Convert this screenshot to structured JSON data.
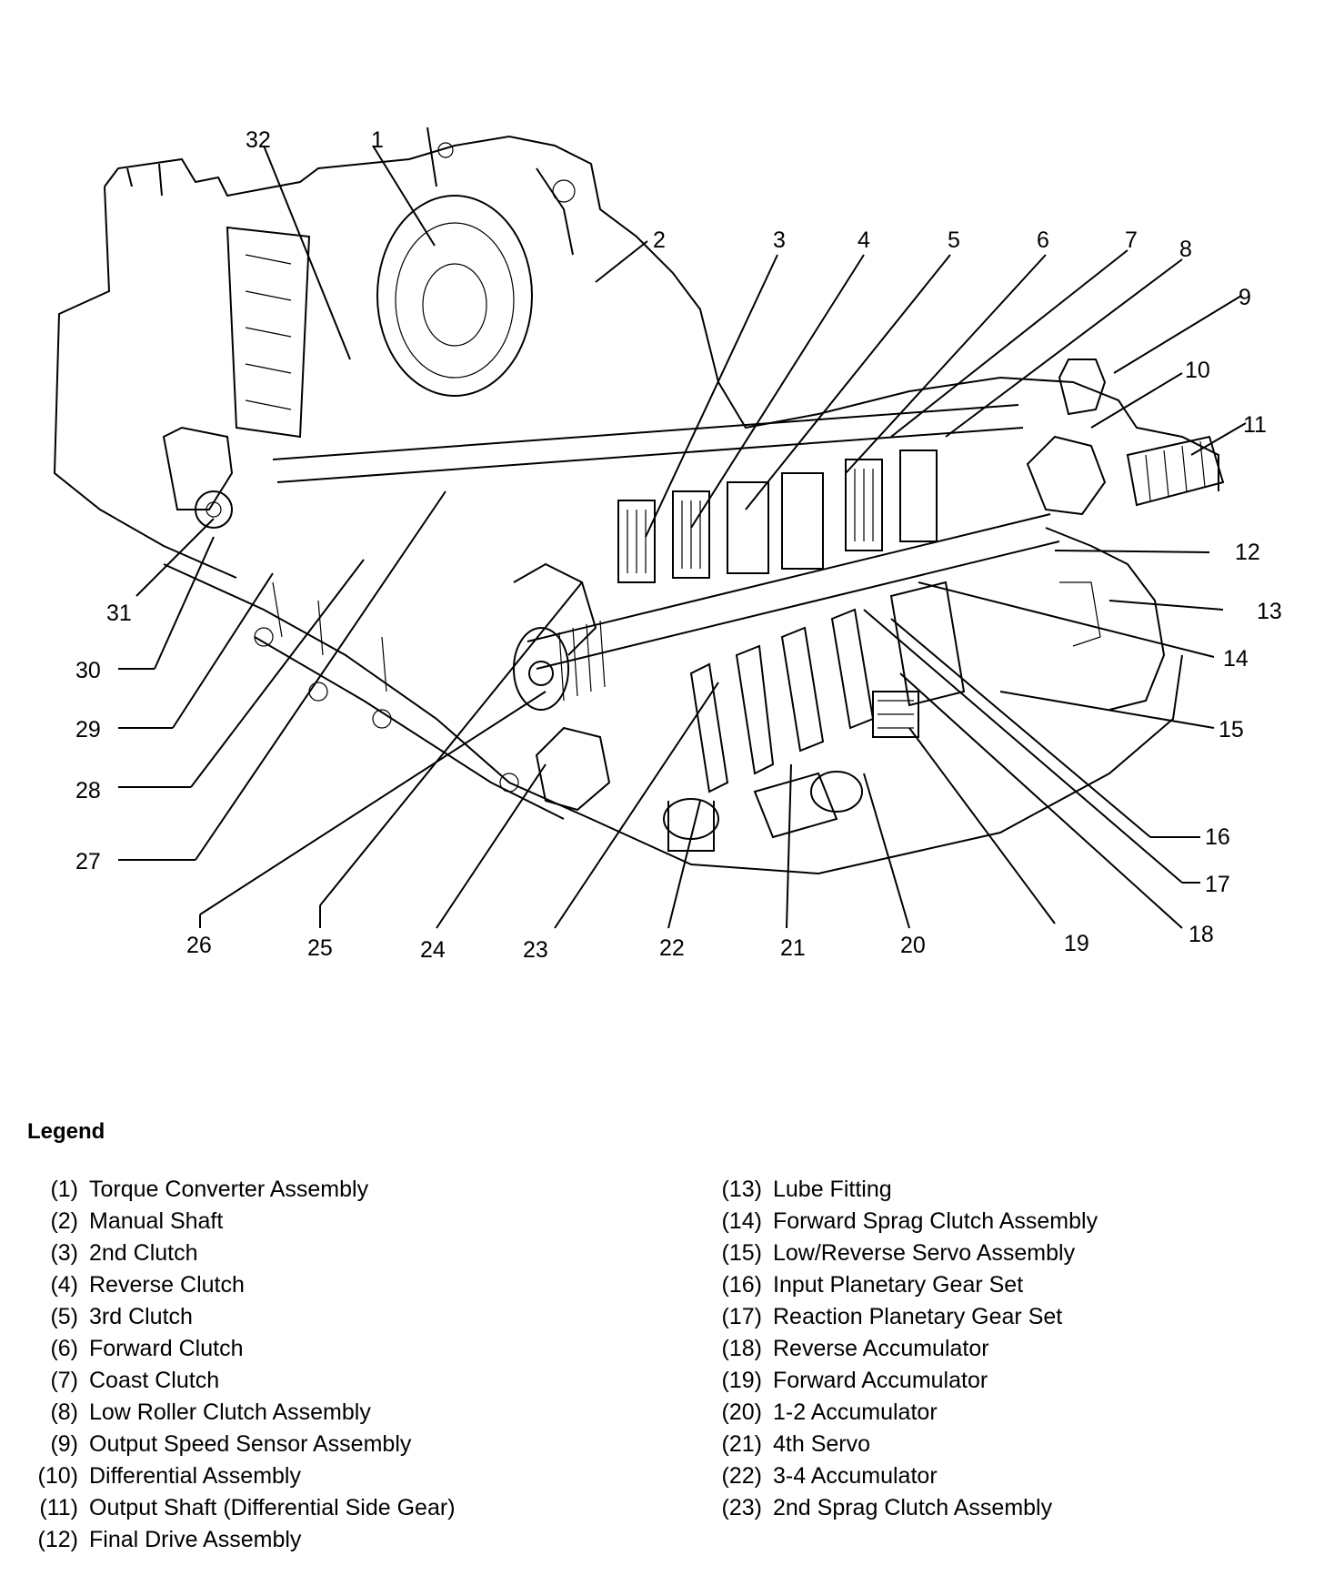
{
  "legend": {
    "title": "Legend",
    "items_left": [
      {
        "num": "(1)",
        "label": "Torque Converter Assembly"
      },
      {
        "num": "(2)",
        "label": "Manual Shaft"
      },
      {
        "num": "(3)",
        "label": "2nd Clutch"
      },
      {
        "num": "(4)",
        "label": "Reverse Clutch"
      },
      {
        "num": "(5)",
        "label": "3rd Clutch"
      },
      {
        "num": "(6)",
        "label": "Forward Clutch"
      },
      {
        "num": "(7)",
        "label": "Coast Clutch"
      },
      {
        "num": "(8)",
        "label": "Low Roller Clutch Assembly"
      },
      {
        "num": "(9)",
        "label": "Output Speed Sensor Assembly"
      },
      {
        "num": "(10)",
        "label": "Differential Assembly"
      },
      {
        "num": "(11)",
        "label": "Output Shaft (Differential Side Gear)"
      },
      {
        "num": "(12)",
        "label": "Final Drive Assembly"
      }
    ],
    "items_right": [
      {
        "num": "(13)",
        "label": "Lube Fitting"
      },
      {
        "num": "(14)",
        "label": "Forward Sprag Clutch Assembly"
      },
      {
        "num": "(15)",
        "label": "Low/Reverse Servo Assembly"
      },
      {
        "num": "(16)",
        "label": "Input Planetary Gear Set"
      },
      {
        "num": "(17)",
        "label": "Reaction Planetary Gear Set"
      },
      {
        "num": "(18)",
        "label": "Reverse Accumulator"
      },
      {
        "num": "(19)",
        "label": "Forward Accumulator"
      },
      {
        "num": "(20)",
        "label": "1-2 Accumulator"
      },
      {
        "num": "(21)",
        "label": "4th  Servo"
      },
      {
        "num": "(22)",
        "label": "3-4 Accumulator"
      },
      {
        "num": "(23)",
        "label": "2nd Sprag Clutch Assembly"
      }
    ]
  },
  "callouts": {
    "c1": "1",
    "c2": "2",
    "c3": "3",
    "c4": "4",
    "c5": "5",
    "c6": "6",
    "c7": "7",
    "c8": "8",
    "c9": "9",
    "c10": "10",
    "c11": "11",
    "c12": "12",
    "c13": "13",
    "c14": "14",
    "c15": "15",
    "c16": "16",
    "c17": "17",
    "c18": "18",
    "c19": "19",
    "c20": "20",
    "c21": "21",
    "c22": "22",
    "c23": "23",
    "c24": "24",
    "c25": "25",
    "c26": "26",
    "c27": "27",
    "c28": "28",
    "c29": "29",
    "c30": "30",
    "c31": "31",
    "c32": "32"
  }
}
